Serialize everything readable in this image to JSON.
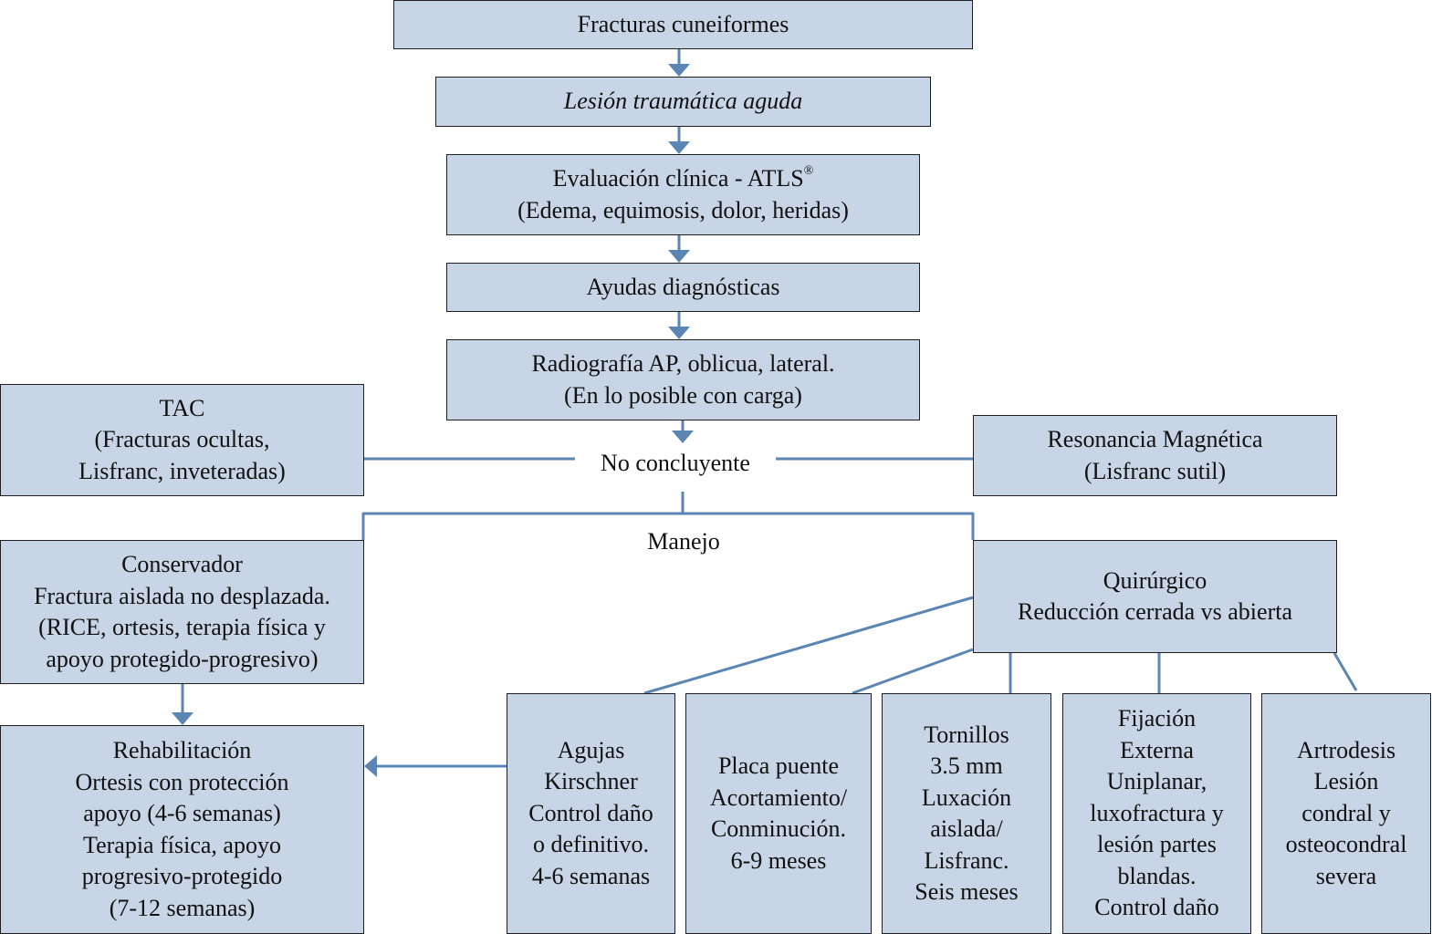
{
  "colors": {
    "box_fill": "#c8d5e6",
    "box_border": "#1f1f1f",
    "connector": "#5b86b3",
    "text": "#111111"
  },
  "nodes": {
    "fracturas": {
      "lines": [
        "Fracturas cuneiformes"
      ]
    },
    "lesion": {
      "lines": [
        "Lesión traumática aguda"
      ],
      "style": "italic"
    },
    "evaluacion": {
      "lines": [
        "Evaluación clínica - ATLS",
        "(Edema, equimosis, dolor, heridas)"
      ],
      "superscript": "®"
    },
    "ayudas": {
      "lines": [
        "Ayudas diagnósticas"
      ]
    },
    "radiografia": {
      "lines": [
        "Radiografía AP, oblicua, lateral.",
        "(En lo posible con carga)"
      ]
    },
    "tac": {
      "lines": [
        "TAC",
        "(Fracturas ocultas,",
        "Lisfranc, inveteradas)"
      ]
    },
    "resonancia": {
      "lines": [
        "Resonancia Magnética",
        "(Lisfranc sutil)"
      ]
    },
    "no_concluyente": {
      "text": "No concluyente"
    },
    "manejo": {
      "text": "Manejo"
    },
    "conservador": {
      "lines": [
        "Conservador",
        "Fractura aislada no desplazada.",
        "(RICE, ortesis, terapia física y",
        "apoyo protegido-progresivo)"
      ]
    },
    "quirurgico": {
      "lines": [
        "Quirúrgico",
        "Reducción cerrada vs abierta"
      ]
    },
    "rehabilitacion": {
      "lines": [
        "Rehabilitación",
        "Ortesis con protección",
        "apoyo (4-6 semanas)",
        "Terapia física, apoyo",
        "progresivo-protegido",
        "(7-12 semanas)"
      ]
    },
    "agujas": {
      "lines": [
        "Agujas",
        "Kirschner",
        "Control daño",
        "o definitivo.",
        "4-6 semanas"
      ]
    },
    "placa": {
      "lines": [
        "Placa puente",
        "Acortamiento/",
        "Conminución.",
        "6-9 meses"
      ]
    },
    "tornillos": {
      "lines": [
        "Tornillos",
        "3.5 mm",
        "Luxación",
        "aislada/",
        "Lisfranc.",
        "Seis meses"
      ]
    },
    "fijacion": {
      "lines": [
        "Fijación",
        "Externa",
        "Uniplanar,",
        "luxofractura y",
        "lesión partes",
        "blandas.",
        "Control daño"
      ]
    },
    "artrodesis": {
      "lines": [
        "Artrodesis",
        "Lesión",
        "condral y",
        "osteocondral",
        "severa"
      ]
    }
  },
  "edges": [
    {
      "from": "fracturas",
      "to": "lesion",
      "type": "arrow"
    },
    {
      "from": "lesion",
      "to": "evaluacion",
      "type": "arrow"
    },
    {
      "from": "evaluacion",
      "to": "ayudas",
      "type": "arrow"
    },
    {
      "from": "ayudas",
      "to": "radiografia",
      "type": "arrow"
    },
    {
      "from": "radiografia",
      "to": "no_concluyente",
      "type": "arrow"
    },
    {
      "from": "no_concluyente",
      "to": "tac",
      "type": "line"
    },
    {
      "from": "no_concluyente",
      "to": "resonancia",
      "type": "line"
    },
    {
      "from": "no_concluyente",
      "to": "manejo",
      "type": "line"
    },
    {
      "from": "manejo",
      "to": "conservador",
      "type": "line"
    },
    {
      "from": "manejo",
      "to": "quirurgico",
      "type": "line"
    },
    {
      "from": "conservador",
      "to": "rehabilitacion",
      "type": "arrow"
    },
    {
      "from": "quirurgico",
      "to": "agujas",
      "type": "line"
    },
    {
      "from": "quirurgico",
      "to": "placa",
      "type": "line"
    },
    {
      "from": "quirurgico",
      "to": "tornillos",
      "type": "line"
    },
    {
      "from": "quirurgico",
      "to": "fijacion",
      "type": "line"
    },
    {
      "from": "quirurgico",
      "to": "artrodesis",
      "type": "line"
    },
    {
      "from": "agujas",
      "to": "rehabilitacion",
      "type": "arrow"
    }
  ]
}
